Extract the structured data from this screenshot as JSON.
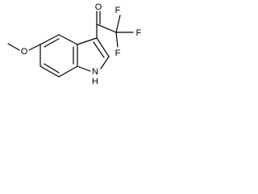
{
  "molecule": {
    "atom_labels": {
      "oxygen_methoxy": "O",
      "oxygen_carbonyl": "O",
      "fluorine_top_left": "F",
      "fluorine_right": "F",
      "fluorine_bottom": "F",
      "nitrogen": "N",
      "nitrogen_hydrogen": "H"
    }
  }
}
